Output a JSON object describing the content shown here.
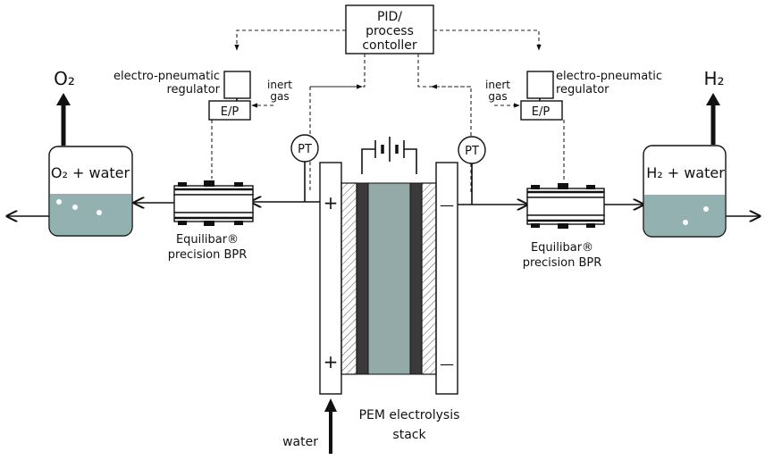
{
  "controller": {
    "line1": "PID/",
    "line2": "process",
    "line3": "contoller"
  },
  "left": {
    "regulator_line1": "electro-pneumatic",
    "regulator_line2": "regulator",
    "ep_label": "E/P",
    "inert_line1": "inert",
    "inert_line2": "gas",
    "pt_label": "PT",
    "tank_label": "O₂ + water",
    "gas_label": "O₂",
    "bpr_line1": "Equilibar®",
    "bpr_line2": "precision BPR"
  },
  "right": {
    "regulator_line1": "electro-pneumatic",
    "regulator_line2": "regulator",
    "ep_label": "E/P",
    "inert_line1": "inert",
    "inert_line2": "gas",
    "pt_label": "PT",
    "tank_label": "H₂ + water",
    "gas_label": "H₂",
    "bpr_line1": "Equilibar®",
    "bpr_line2": "precision BPR"
  },
  "stack": {
    "plus_top": "+",
    "plus_bottom": "+",
    "minus_top": "—",
    "minus_bottom": "—",
    "label_line1": "PEM electrolysis",
    "label_line2": "stack"
  },
  "water_label": "water",
  "colors": {
    "water": "#93b1b1",
    "membrane": "#93aaa9",
    "electrode": "#3a3a3a"
  }
}
